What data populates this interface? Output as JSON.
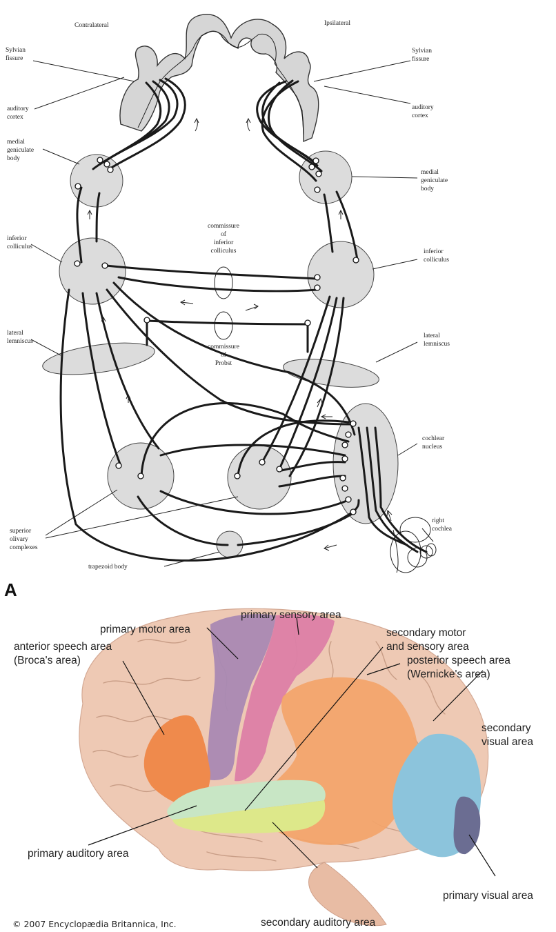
{
  "panel_a": {
    "letter": "A",
    "headers": {
      "contralateral": "Contralateral",
      "ipsilateral": "Ipsilateral"
    },
    "labels": {
      "sylvian_left": [
        "Sylvian",
        "fissure"
      ],
      "auditory_cortex_left": [
        "auditory",
        "cortex"
      ],
      "mgb_left": [
        "medial",
        "geniculate",
        "body"
      ],
      "ic_left": [
        "inferior",
        "colliculus"
      ],
      "ll_left": [
        "lateral",
        "lemniscus"
      ],
      "soc": [
        "superior",
        "olivary",
        "complexes"
      ],
      "trapezoid": "trapezoid body",
      "sylvian_right": [
        "Sylvian",
        "fissure"
      ],
      "auditory_cortex_right": [
        "auditory",
        "cortex"
      ],
      "mgb_right": [
        "medial",
        "geniculate",
        "body"
      ],
      "ic_right": [
        "inferior",
        "colliculus"
      ],
      "ll_right": [
        "lateral",
        "lemniscus"
      ],
      "cochlear_nucleus": [
        "cochlear",
        "nucleus"
      ],
      "right_cochlea": [
        "right",
        "cochlea"
      ],
      "commissure_ic": [
        "commissure",
        "of",
        "inferior",
        "colliculus"
      ],
      "commissure_probst": [
        "commissure",
        "of",
        "Probst"
      ]
    }
  },
  "panel_b": {
    "labels": {
      "primary_motor": "primary motor area",
      "primary_sensory": "primary sensory area",
      "secondary_motor_sensory": [
        "secondary motor",
        "and sensory area"
      ],
      "anterior_speech": [
        "anterior speech area",
        "(Broca's area)"
      ],
      "posterior_speech": [
        "posterior speech area",
        "(Wernicke's area)"
      ],
      "secondary_visual": [
        "secondary",
        "visual area"
      ],
      "primary_auditory": "primary auditory area",
      "secondary_auditory": "secondary auditory area",
      "primary_visual": "primary visual area"
    },
    "copyright": "© 2007 Encyclopædia Britannica, Inc.",
    "colors": {
      "brain": "#eec9b4",
      "gyri_line": "#c89d86",
      "motor": "#a989b3",
      "sensory": "#dc7fa6",
      "broca": "#ef8a4c",
      "wernicke": "#f3a46a",
      "primary_auditory": "#c8e6c5",
      "secondary_auditory": "#dde88a",
      "secondary_visual": "#8cc4dc",
      "primary_visual": "#6b6d92"
    }
  }
}
